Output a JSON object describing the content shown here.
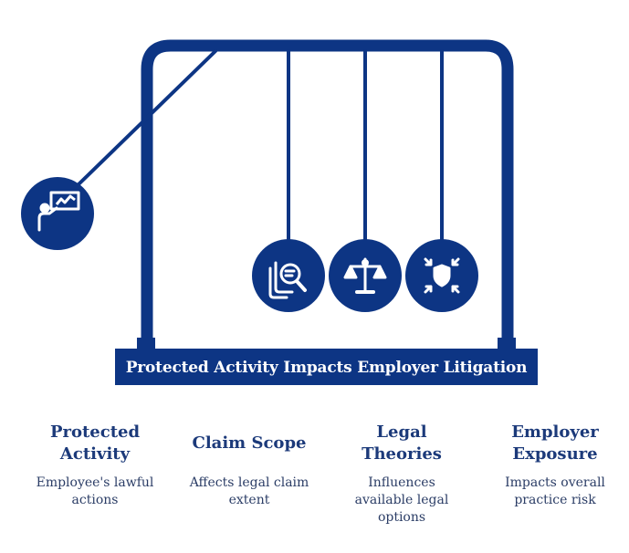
{
  "banner": {
    "title": "Protected Activity Impacts Employer Litigation"
  },
  "colors": {
    "navy": "#0d3584",
    "white": "#ffffff",
    "text": "#1c3a7a"
  },
  "icons": {
    "swinging_ball": "presenter-whiteboard-icon",
    "ball_1": "document-search-icon",
    "ball_2": "scales-of-justice-icon",
    "ball_3": "shield-arrows-icon"
  },
  "items": [
    {
      "title": "Protected Activity",
      "desc": "Employee's lawful actions"
    },
    {
      "title": "Claim Scope",
      "desc": "Affects legal claim extent"
    },
    {
      "title": "Legal Theories",
      "desc": "Influences available legal options"
    },
    {
      "title": "Employer Exposure",
      "desc": "Impacts overall practice risk"
    }
  ]
}
